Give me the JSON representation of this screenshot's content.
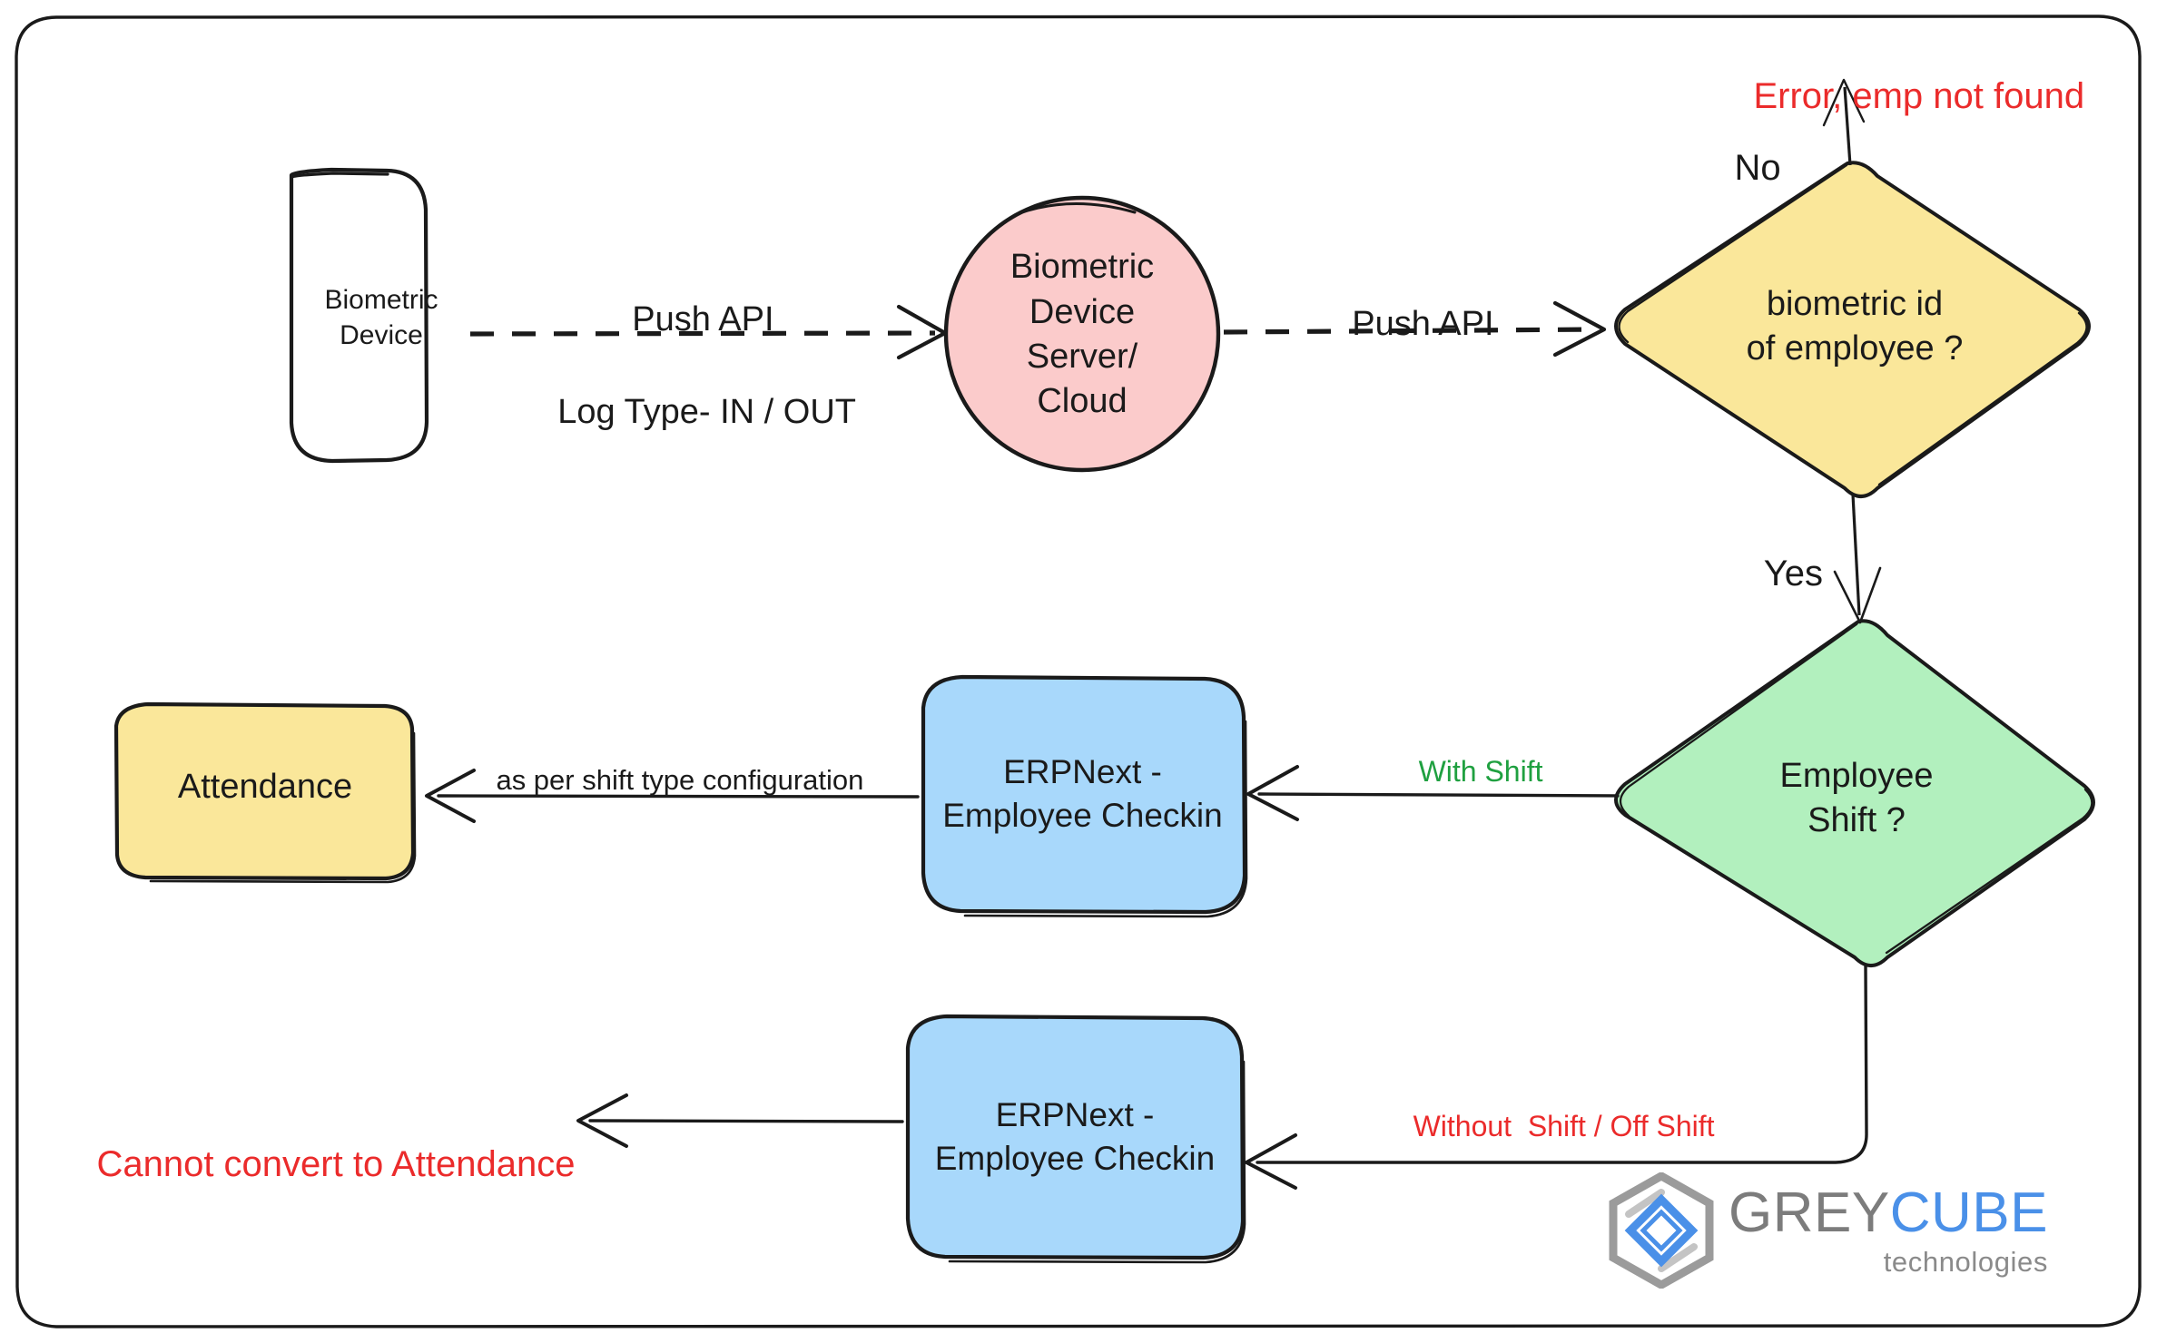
{
  "diagram": {
    "title": "Biometric Attendance Integration Flow",
    "frame": {
      "style": "rounded-rectangle-border"
    },
    "colors": {
      "pink": "#FBCBCB",
      "yellow": "#FAE79A",
      "green": "#B2F0BE",
      "blue": "#A8D8FB",
      "stroke": "#1a1a1a",
      "red": "#EB2B2B",
      "green_text": "#1FA040",
      "logo_grey": "#7c7c7c",
      "logo_blue": "#4a90e8"
    },
    "nodes": [
      {
        "id": "biometric-device",
        "label": "Biometric\nDevice",
        "shape": "rounded-rect",
        "fill": "#ffffff"
      },
      {
        "id": "device-server",
        "label": "Biometric\nDevice\nServer/\nCloud",
        "shape": "circle",
        "fill": "#FBCBCB"
      },
      {
        "id": "biometric-id",
        "label": "biometric id\nof employee ?",
        "shape": "diamond",
        "fill": "#FAE79A"
      },
      {
        "id": "employee-shift",
        "label": "Employee\nShift ?",
        "shape": "diamond",
        "fill": "#B2F0BE"
      },
      {
        "id": "checkin-with-shift",
        "label": "ERPNext -\nEmployee Checkin",
        "shape": "rounded-rect",
        "fill": "#A8D8FB"
      },
      {
        "id": "checkin-no-shift",
        "label": "ERPNext -\nEmployee Checkin",
        "shape": "rounded-rect",
        "fill": "#A8D8FB"
      },
      {
        "id": "attendance",
        "label": "Attendance",
        "shape": "rounded-rect",
        "fill": "#FAE79A"
      }
    ],
    "terminals": [
      {
        "id": "error-emp-not-found",
        "label": "Error, emp not found",
        "color": "#EB2B2B"
      },
      {
        "id": "cannot-convert",
        "label": "Cannot convert to Attendance",
        "color": "#EB2B2B"
      }
    ],
    "edge_labels": [
      {
        "id": "push-api-1",
        "label": "Push API",
        "color": "#1a1a1a"
      },
      {
        "id": "log-type",
        "label": "Log Type- IN / OUT",
        "color": "#1a1a1a"
      },
      {
        "id": "push-api-2",
        "label": "Push API",
        "color": "#1a1a1a"
      },
      {
        "id": "no",
        "label": "No",
        "color": "#1a1a1a"
      },
      {
        "id": "yes",
        "label": "Yes",
        "color": "#1a1a1a"
      },
      {
        "id": "with-shift",
        "label": "With Shift",
        "color": "#1FA040"
      },
      {
        "id": "without-shift",
        "label": "Without  Shift / Off Shift",
        "color": "#EB2B2B"
      },
      {
        "id": "shift-type-config",
        "label": "as per shift type configuration",
        "color": "#1a1a1a"
      }
    ],
    "logo": {
      "brand_part1": "GREY",
      "brand_part2": "CUBE",
      "tagline": "technologies"
    }
  }
}
